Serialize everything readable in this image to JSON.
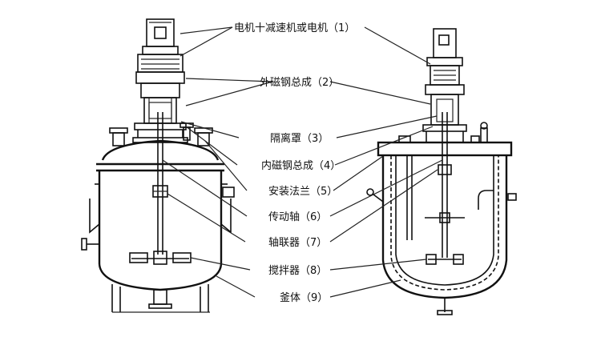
{
  "labels": [
    {
      "id": "motor",
      "text": "电机十减速机或电机（1）"
    },
    {
      "id": "outer-magnet",
      "text": "外磁钢总成（2）"
    },
    {
      "id": "isolation-cover",
      "text": "隔离罩（3）"
    },
    {
      "id": "inner-magnet",
      "text": "内磁钢总成（4）"
    },
    {
      "id": "mounting-flange",
      "text": "安装法兰（5）"
    },
    {
      "id": "drive-shaft",
      "text": "传动轴（6）"
    },
    {
      "id": "coupling",
      "text": "轴联器（7）"
    },
    {
      "id": "agitator",
      "text": "搅拌器（8）"
    },
    {
      "id": "vessel-body",
      "text": "釜体（9）"
    }
  ]
}
